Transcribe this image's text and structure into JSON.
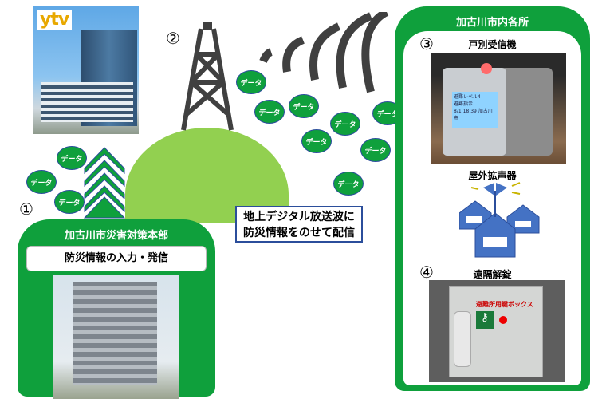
{
  "logo": "ytv",
  "steps": {
    "s1": "①",
    "s2": "②",
    "s3": "③",
    "s4": "④"
  },
  "data_bubble": "データ",
  "message": {
    "line1": "地上デジタル放送波に",
    "line2": "防災情報をのせて配信"
  },
  "hq_panel": {
    "title": "加古川市災害対策本部",
    "action": "防災情報の入力・発信"
  },
  "city_panel": {
    "title": "加古川市内各所",
    "receiver": "戸別受信機",
    "speaker": "屋外拡声器",
    "unlock": "遠隔解錠"
  },
  "receiver_screen": [
    "避難レベル4",
    "避難指示",
    "8/1 18:39 加古川市"
  ],
  "keybox": {
    "title": "避難所用鍵ボックス"
  },
  "colors": {
    "green": "#0fa03c",
    "hill": "#92d050",
    "navy": "#2b4e9b"
  }
}
